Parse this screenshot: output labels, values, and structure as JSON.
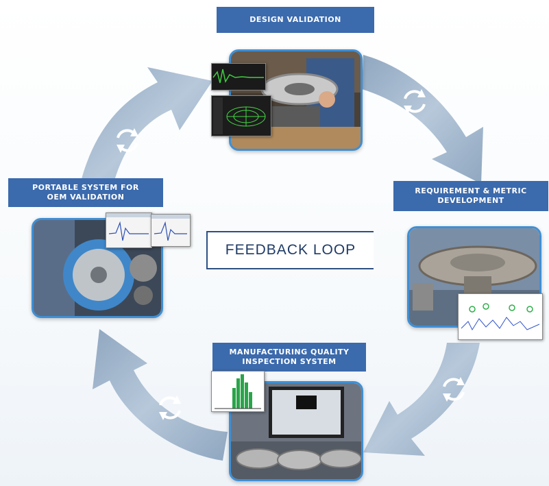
{
  "diagram": {
    "center_label": "FEEDBACK LOOP",
    "stages": [
      {
        "id": "design",
        "label_lines": [
          "DESIGN VALIDATION"
        ]
      },
      {
        "id": "requirement",
        "label_lines": [
          "REQUIREMENT & METRIC",
          "DEVELOPMENT"
        ]
      },
      {
        "id": "manufacturing",
        "label_lines": [
          "MANUFACTURING QUALITY",
          "INSPECTION SYSTEM"
        ]
      },
      {
        "id": "portable",
        "label_lines": [
          "PORTABLE SYSTEM FOR",
          "OEM VALIDATION"
        ]
      }
    ],
    "colors": {
      "label_bg": "#3b6aad",
      "arrow_light": "#c9d6e3",
      "arrow_dark": "#8fa7c0",
      "photo_border": "#3f8fd4",
      "center_text": "#1f3b66"
    },
    "icons": [
      "refresh-cycle-icon",
      "refresh-cycle-icon",
      "refresh-cycle-icon",
      "refresh-cycle-icon"
    ]
  }
}
